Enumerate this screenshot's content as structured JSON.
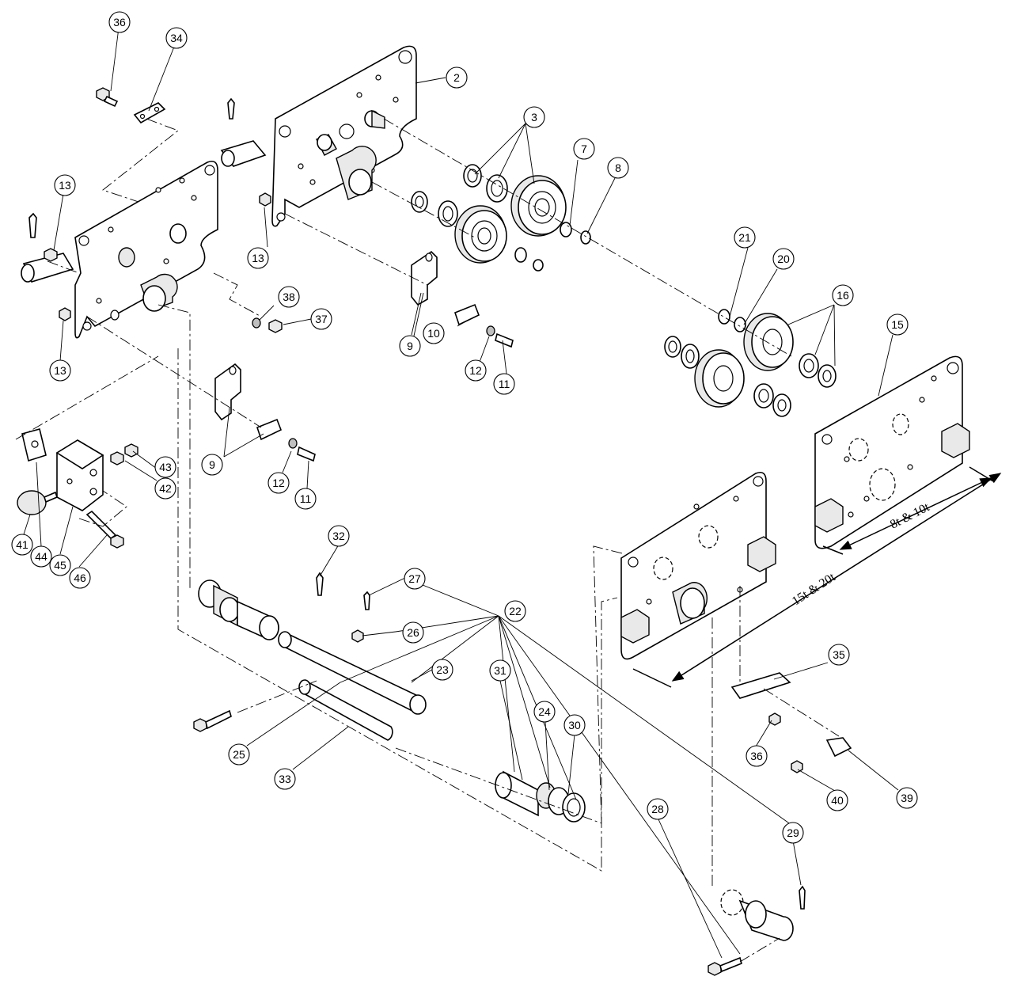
{
  "callouts": [
    "2",
    "3",
    "7",
    "8",
    "9",
    "10",
    "11",
    "12",
    "13",
    "15",
    "16",
    "20",
    "21",
    "22",
    "23",
    "24",
    "25",
    "26",
    "27",
    "28",
    "29",
    "30",
    "31",
    "32",
    "33",
    "34",
    "35",
    "36",
    "37",
    "38",
    "39",
    "40",
    "41",
    "42",
    "43",
    "44",
    "45",
    "46"
  ],
  "dimensions": {
    "small": "8t & 10t",
    "large": "15t & 20t"
  }
}
